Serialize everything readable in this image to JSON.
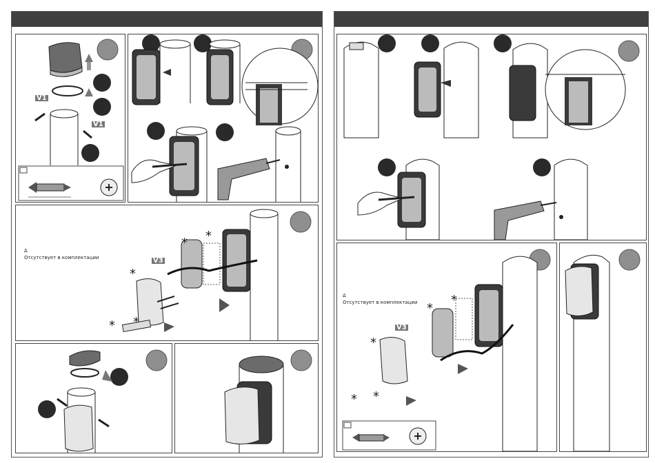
{
  "labels": {
    "v1": "V1",
    "v3": "V3",
    "delta": "Δ",
    "asterisk": "*"
  },
  "notes": {
    "not_included_left": "Отсутствует в комплектации",
    "not_included_right": "Отсутствует в комплектации"
  },
  "colors": {
    "header_bar": "#404040",
    "step_circle_light": "#8f8f8f",
    "step_circle_dark": "#2a2a2a",
    "frame": "#444444"
  },
  "icons": [
    "screw-icon",
    "phillips-head-icon",
    "drill-icon",
    "screwdriver-icon",
    "arrow-icon"
  ]
}
